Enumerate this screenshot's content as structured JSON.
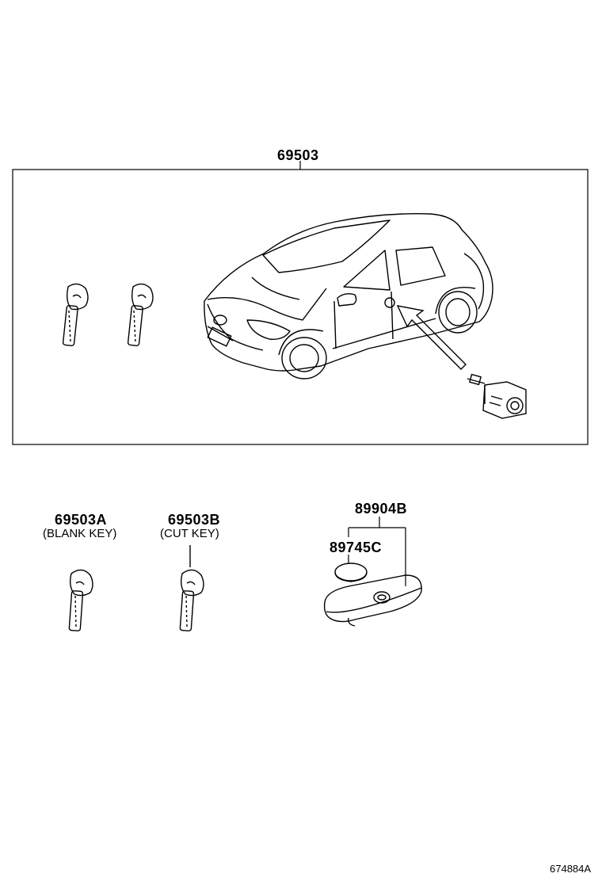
{
  "kit": {
    "part_number": "69503"
  },
  "blank_key": {
    "part_number": "69503A",
    "description": "(BLANK KEY)"
  },
  "cut_key": {
    "part_number": "69503B",
    "description": "(CUT KEY)"
  },
  "transmitter": {
    "part_number": "89904B"
  },
  "battery": {
    "part_number": "89745C"
  },
  "illustration_id": "674884A"
}
